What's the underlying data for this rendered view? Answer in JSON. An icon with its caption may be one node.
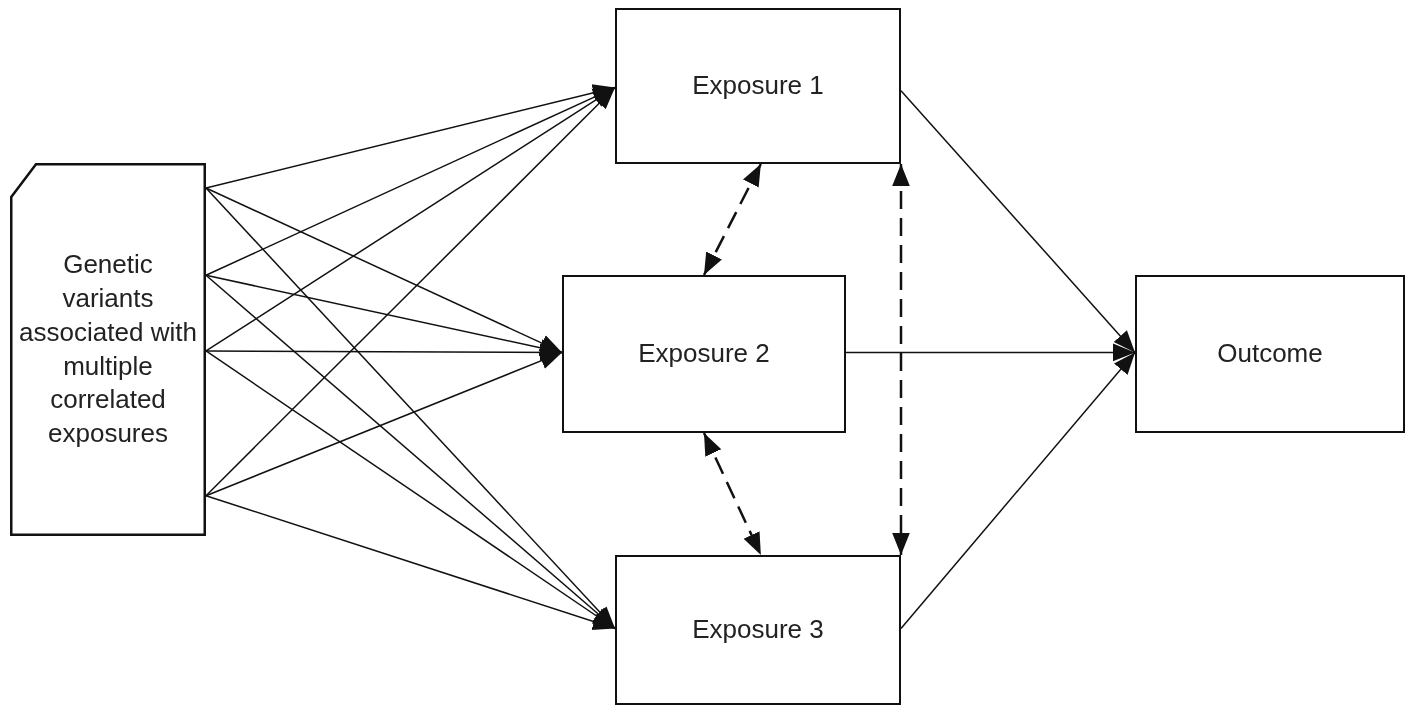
{
  "diagram": {
    "nodes": [
      {
        "text": [
          "Genetic variants associated with multiple correlated exposures"
        ]
      },
      {
        "text": [
          "Exposure 1"
        ]
      },
      {
        "text": [
          "Exposure 2"
        ]
      },
      {
        "text": [
          "Exposure 3"
        ]
      },
      {
        "text": [
          "Outcome"
        ]
      }
    ],
    "edges": [
      {
        "from": 0,
        "to": 1,
        "arrow": "to"
      },
      {
        "from": 0,
        "to": 1,
        "arrow": "to"
      },
      {
        "from": 0,
        "to": 1,
        "arrow": "to"
      },
      {
        "from": 0,
        "to": 1,
        "arrow": "to"
      },
      {
        "from": 0,
        "to": 2,
        "arrow": "to"
      },
      {
        "from": 0,
        "to": 2,
        "arrow": "to"
      },
      {
        "from": 0,
        "to": 2,
        "arrow": "to"
      },
      {
        "from": 0,
        "to": 2,
        "arrow": "to"
      },
      {
        "from": 0,
        "to": 3,
        "arrow": "to"
      },
      {
        "from": 0,
        "to": 3,
        "arrow": "to"
      },
      {
        "from": 0,
        "to": 3,
        "arrow": "to"
      },
      {
        "from": 0,
        "to": 3,
        "arrow": "to"
      },
      {
        "from": 1,
        "to": 4,
        "arrow": "to"
      },
      {
        "from": 2,
        "to": 4,
        "arrow": "to"
      },
      {
        "from": 3,
        "to": 4,
        "arrow": "to"
      },
      {
        "from": 1,
        "to": 2,
        "arrow": "both",
        "style": "dashed"
      },
      {
        "from": 2,
        "to": 3,
        "arrow": "both",
        "style": "dashed"
      },
      {
        "from": 1,
        "to": 3,
        "arrow": "both",
        "style": "dashed"
      }
    ]
  }
}
